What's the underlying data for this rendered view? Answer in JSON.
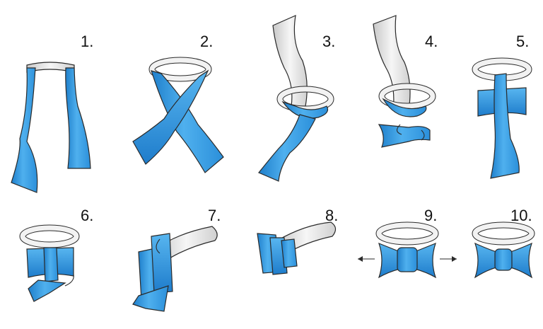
{
  "colors": {
    "tie_blue": "#3aa0e6",
    "tie_blue_light": "#7cc4f2",
    "tie_blue_dark": "#1a70b8",
    "collar_white": "#f4f4f4",
    "collar_gray": "#d4d4d4",
    "outline": "#2a2a2a",
    "label": "#111111"
  },
  "steps": [
    {
      "label": "1."
    },
    {
      "label": "2."
    },
    {
      "label": "3."
    },
    {
      "label": "4."
    },
    {
      "label": "5."
    },
    {
      "label": "6."
    },
    {
      "label": "7."
    },
    {
      "label": "8."
    },
    {
      "label": "9."
    },
    {
      "label": "10."
    }
  ]
}
